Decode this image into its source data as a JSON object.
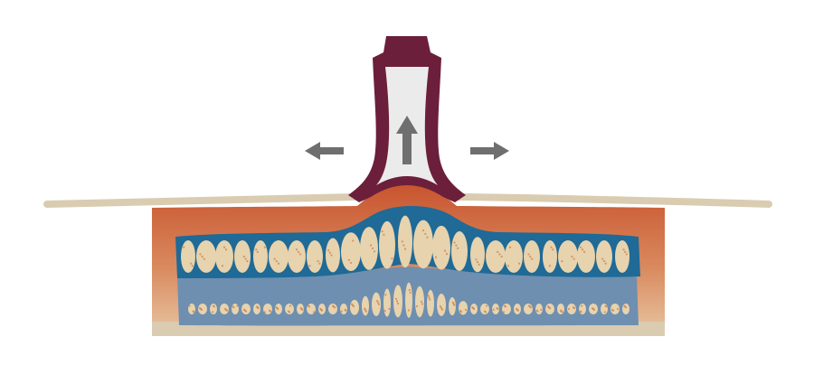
{
  "diagram": {
    "labels": [],
    "arrows": [
      {
        "name": "suction-arrow-up",
        "direction": "up"
      },
      {
        "name": "spread-arrow-left",
        "direction": "left"
      },
      {
        "name": "spread-arrow-right",
        "direction": "right"
      }
    ],
    "colors": {
      "background": "#ffffff",
      "skin_surface": "#d9ccb0",
      "dermis_top": "#c8542f",
      "dermis_bottom": "#e7c6a3",
      "fat_layer_upper": "#1f6a96",
      "fat_layer_lower": "#6e8fb0",
      "fat_cells": "#e7d3ad",
      "fat_cell_dots": "#c97a4a",
      "cup_outline": "#6b1f3a",
      "cup_interior": "#ebebeb",
      "arrow": "#6f6f6f",
      "base_band": "#d9ccb0"
    }
  }
}
